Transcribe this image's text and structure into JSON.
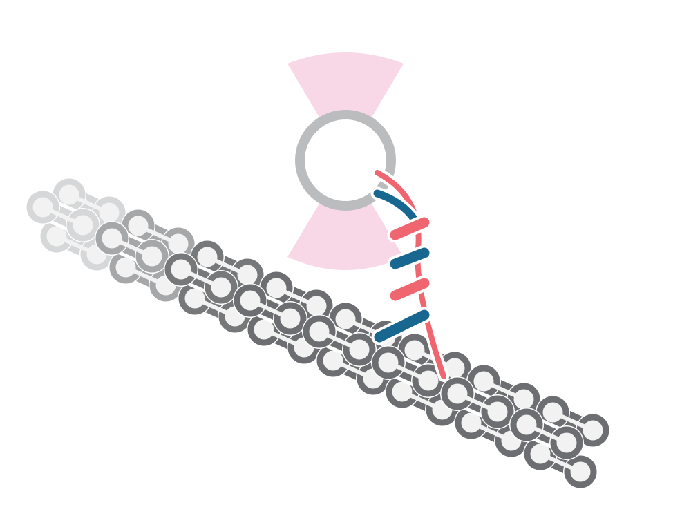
{
  "colors": {
    "background": "#ffffff",
    "beam": "#f8d7e6",
    "bead": "#bbbcbe",
    "filament_dark": "#6d6e71",
    "filament_light": "#d6d7d8",
    "filament_fill": "#f2f2f2",
    "dna_pink": "#ef6570",
    "dna_blue": "#176790"
  },
  "icons": {
    "trap": "optical-trap-beam",
    "bead": "trapped-bead",
    "tether": "dna-tether",
    "filament": "protein-filament"
  }
}
